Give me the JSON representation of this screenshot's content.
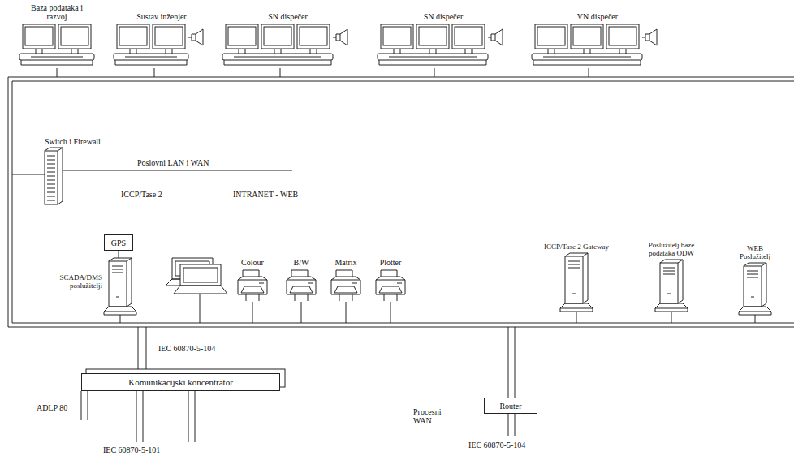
{
  "diagram": {
    "nodes": [
      {
        "text": [
          "Baza podataka i razvoj"
        ]
      },
      {
        "text": [
          "Sustav inženjer"
        ]
      },
      {
        "text": [
          "SN dispečer"
        ]
      },
      {
        "text": [
          "SN dispečer"
        ]
      },
      {
        "text": [
          "VN dispečer"
        ]
      },
      {
        "text": [
          "Switch i Firewall"
        ]
      },
      {
        "text": [
          "GPS"
        ]
      },
      {
        "text": [
          "SCADA/DMS poslužitelji"
        ]
      },
      {
        "text": [
          "Colour"
        ]
      },
      {
        "text": [
          "B/W"
        ]
      },
      {
        "text": [
          "Matrix"
        ]
      },
      {
        "text": [
          "Plotter"
        ]
      },
      {
        "text": [
          "ICCP/Tase 2 Gateway"
        ]
      },
      {
        "text": [
          "Poslužitelj baze podataka ODW"
        ]
      },
      {
        "text": [
          "WEB Poslužitelj"
        ]
      },
      {
        "text": [
          "Komunikacijski koncentrator"
        ]
      },
      {
        "text": [
          "Router"
        ]
      }
    ],
    "labels": [
      "Poslovni LAN i WAN",
      "ICCP/Tase 2",
      "INTRANET - WEB",
      "IEC 60870-5-104",
      "ADLP 80",
      "IEC 60870-5-101",
      "Procesni WAN",
      "IEC 60870-5-104"
    ]
  }
}
